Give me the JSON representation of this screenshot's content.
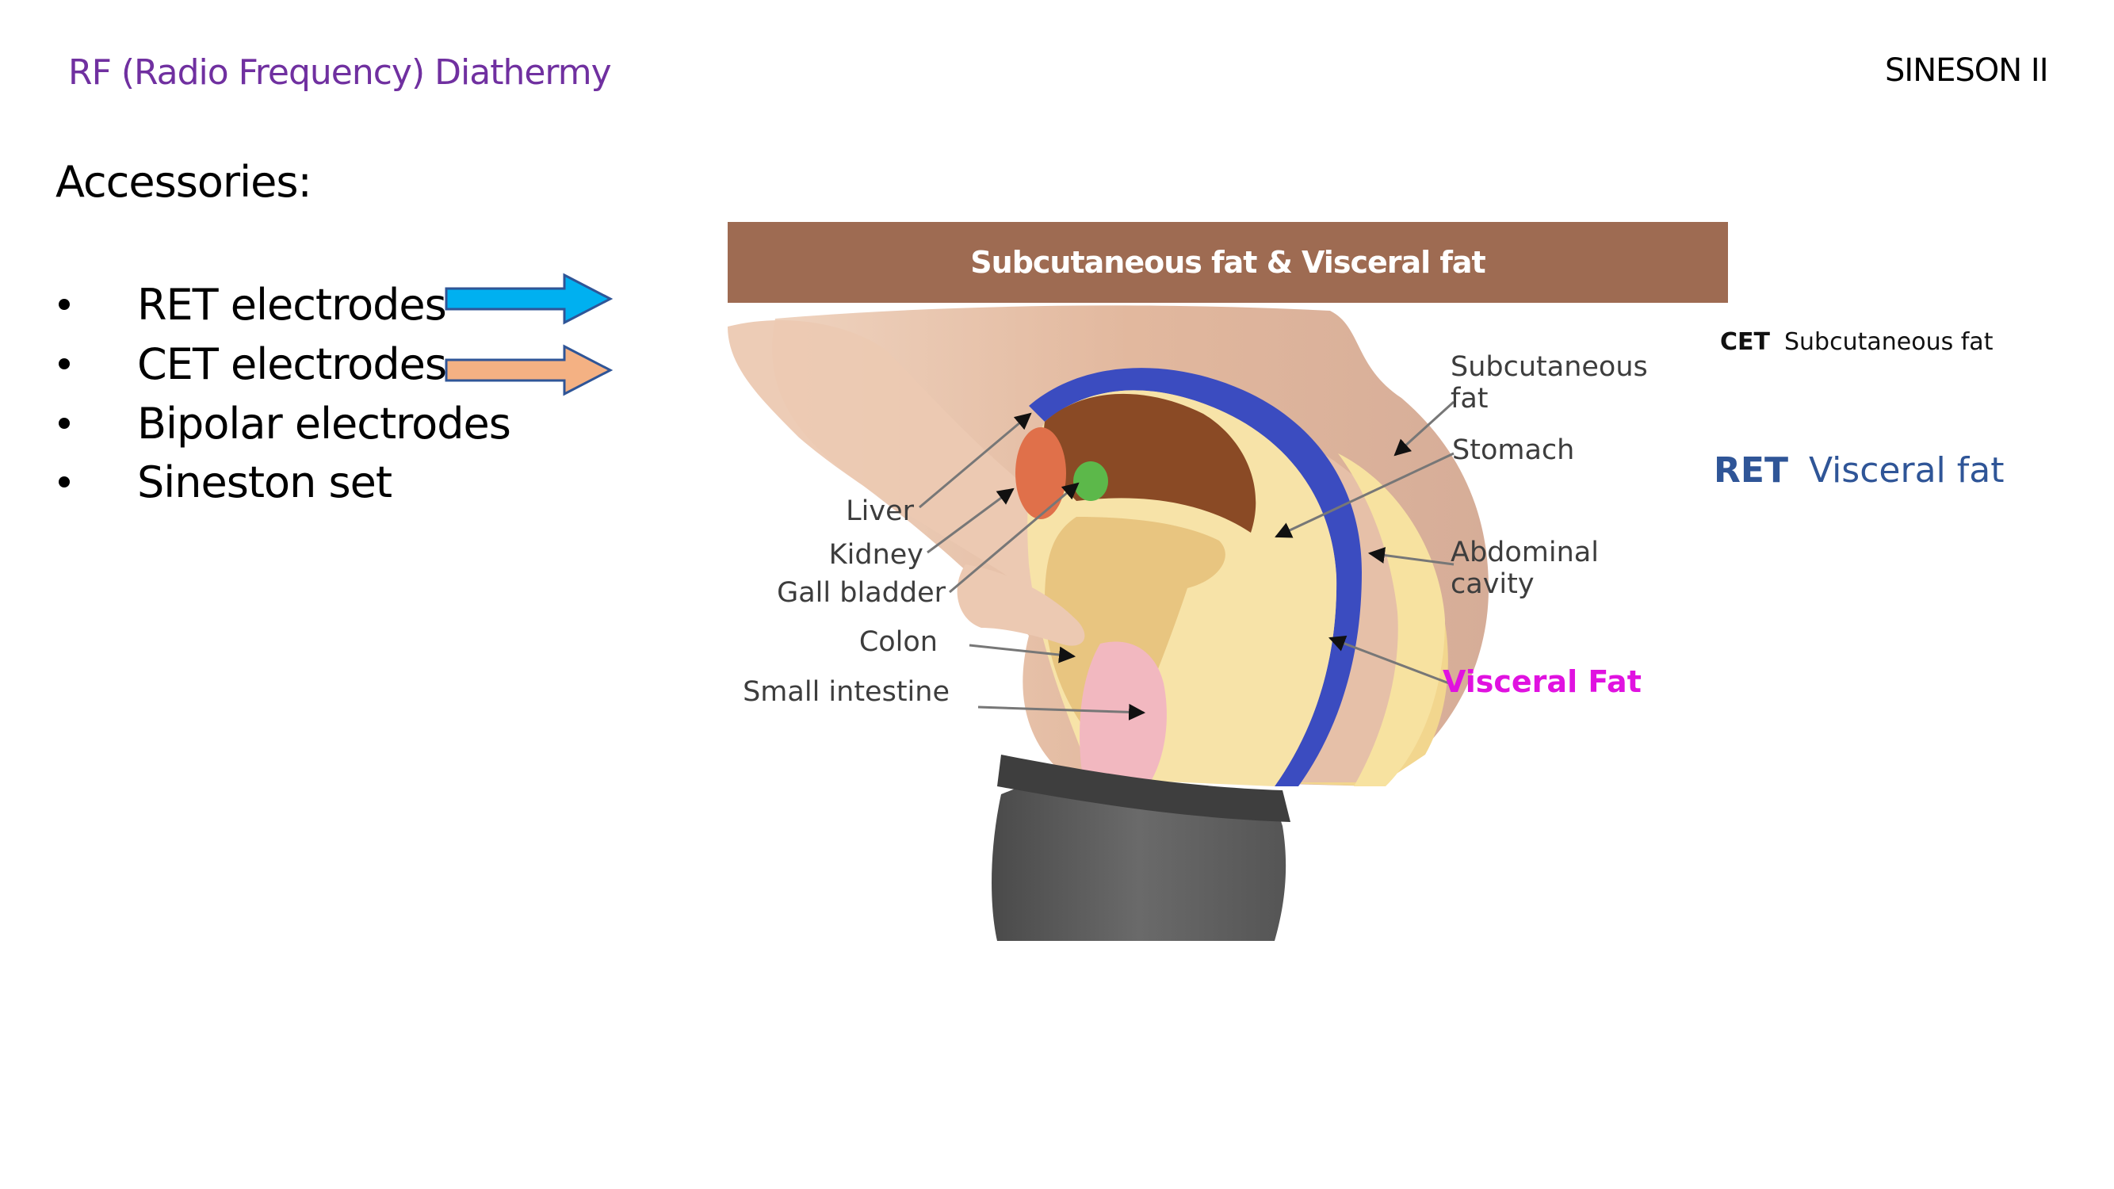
{
  "header": {
    "title": "RF (Radio Frequency) Diathermy",
    "brand": "SINESON II"
  },
  "content": {
    "heading": "Accessories:",
    "bullets": [
      {
        "label": "RET electrodes",
        "arrow_color": "#00b0f0"
      },
      {
        "label": "CET electrodes",
        "arrow_color": "#f4b183"
      },
      {
        "label": "Bipolar electrodes"
      },
      {
        "label": "Sineston set"
      }
    ],
    "arrow_border_color": "#2f5597"
  },
  "figure": {
    "banner": "Subcutaneous fat & Visceral fat",
    "banner_color": "#9e6b52",
    "labels_left": [
      "Liver",
      "Kidney",
      "Gall bladder",
      "Colon",
      "Small intestine"
    ],
    "labels_right": {
      "subcutaneous": [
        "Subcutaneous",
        "fat"
      ],
      "stomach": "Stomach",
      "abdominal": [
        "Abdominal",
        "cavity"
      ],
      "visceral": "Visceral Fat"
    },
    "visceral_color": "#e012e0"
  },
  "legend": {
    "cet": {
      "tag": "CET",
      "text": "Subcutaneous fat"
    },
    "ret": {
      "tag": "RET",
      "text": "Visceral fat",
      "color": "#2f5597"
    }
  }
}
